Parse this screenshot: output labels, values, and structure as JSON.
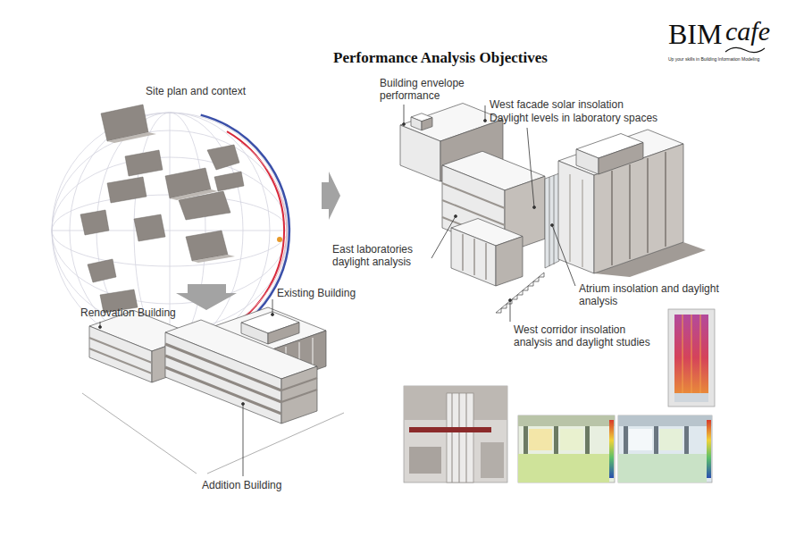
{
  "diagram": {
    "title": "Performance Analysis Objectives",
    "labels": [
      "BIM",
      "cafe",
      "Up your skills in Building Information Modeling",
      "Site plan and context",
      "Building envelope performance",
      "West facade solar insolation",
      "Daylight levels in laboratory spaces",
      "East laboratories daylight analysis",
      "Atrium insolation and daylight analysis",
      "West corridor insolation analysis and daylight studies",
      "Renovation Building",
      "Existing Building",
      "Addition Building"
    ]
  }
}
